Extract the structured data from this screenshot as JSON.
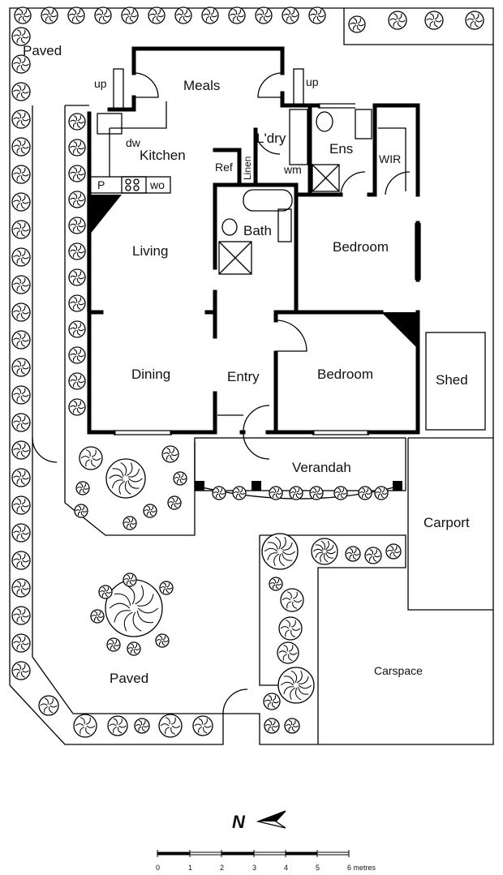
{
  "rooms": {
    "paved_top": "Paved",
    "meals": "Meals",
    "up_left": "up",
    "up_right": "up",
    "dw": "dw",
    "kitchen": "Kitchen",
    "pantry": "P",
    "wall_oven": "wo",
    "laundry": "L'dry",
    "ref": "Ref",
    "linen": "Linen",
    "wm": "wm",
    "ensuite": "Ens",
    "wir": "WIR",
    "bath": "Bath",
    "living": "Living",
    "bedroom1": "Bedroom",
    "dining": "Dining",
    "entry": "Entry",
    "bedroom2": "Bedroom",
    "shed": "Shed",
    "verandah": "Verandah",
    "carport": "Carport",
    "paved_bottom": "Paved",
    "carspace": "Carspace"
  },
  "compass": {
    "label": "N",
    "icon": "north-arrow-icon"
  },
  "scale": {
    "ticks": [
      "0",
      "1",
      "2",
      "3",
      "4",
      "5"
    ],
    "end_label": "6 metres"
  }
}
